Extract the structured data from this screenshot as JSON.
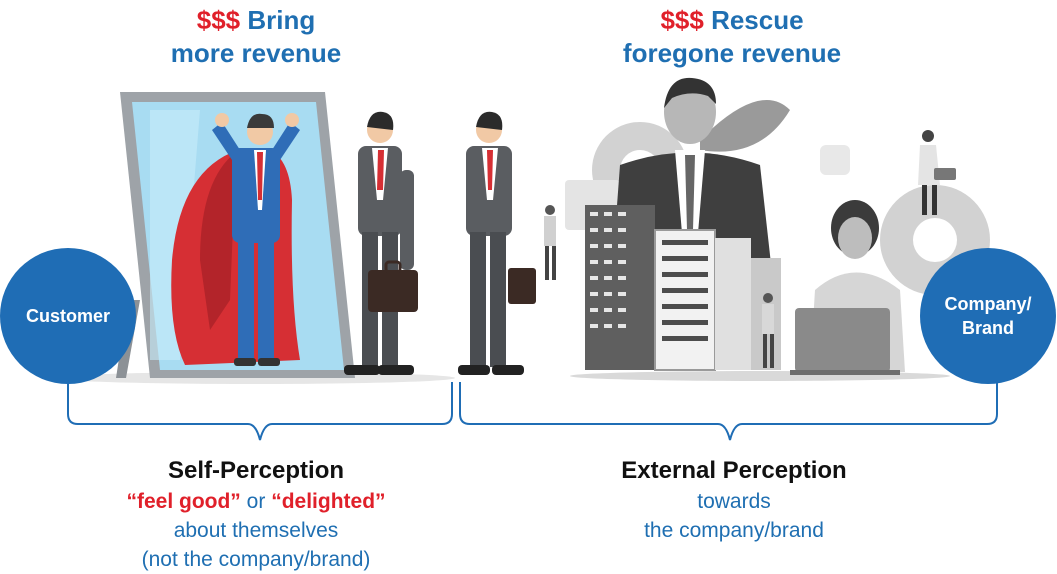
{
  "left_header": {
    "money": "$$$",
    "line1": "Bring",
    "line2": "more revenue"
  },
  "right_header": {
    "money": "$$$",
    "line1": "Rescue",
    "line2": "foregone revenue"
  },
  "left_circle": {
    "label": "Customer"
  },
  "right_circle": {
    "label_line1": "Company/",
    "label_line2": "Brand"
  },
  "left_caption": {
    "title": "Self-Perception",
    "highlight1": "“feel good”",
    "connector": "or",
    "highlight2": "“delighted”",
    "line3": "about themselves",
    "line4": "(not the company/brand)"
  },
  "right_caption": {
    "title": "External Perception",
    "line2": "towards",
    "line3": "the company/brand"
  },
  "colors": {
    "accent_blue": "#1f6db5",
    "text_blue": "#1f6fb2",
    "money_red": "#e0202a",
    "cape_red": "#d62f34"
  }
}
